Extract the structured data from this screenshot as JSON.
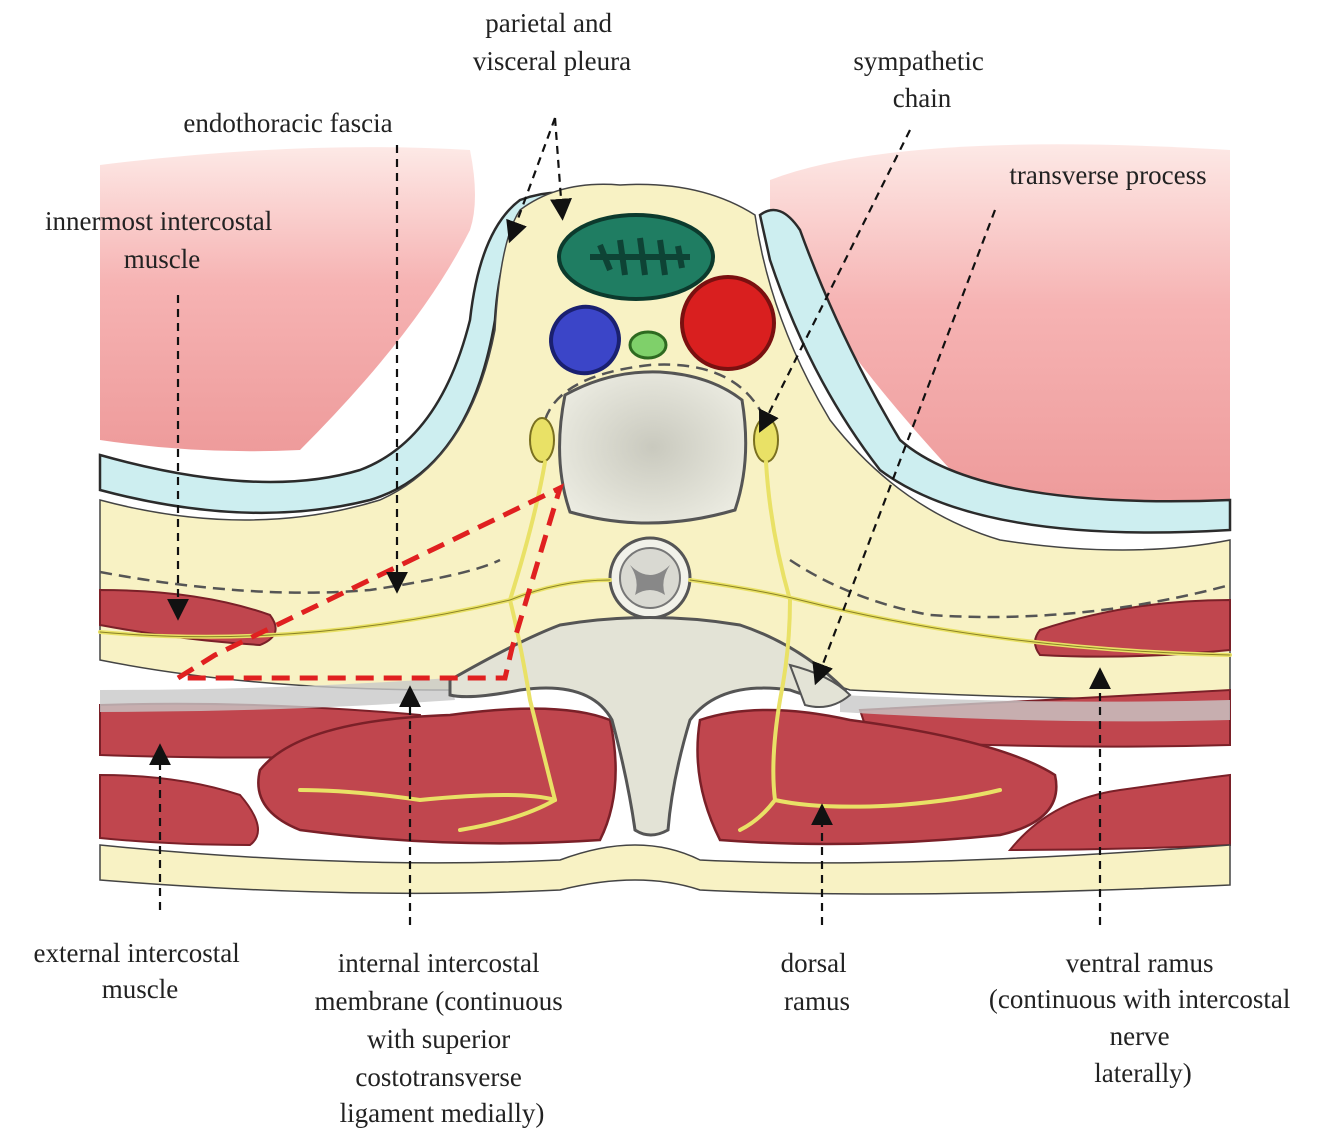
{
  "labels": {
    "pleura": [
      "parietal and",
      "visceral pleura"
    ],
    "endothoracic_fascia": [
      "endothoracic fascia"
    ],
    "sympathetic_chain": [
      "sympathetic",
      "chain"
    ],
    "transverse_process": [
      "transverse process"
    ],
    "innermost_intercostal": [
      "innermost intercostal",
      "muscle"
    ],
    "external_intercostal": [
      "external intercostal",
      "muscle"
    ],
    "internal_intercostal_membrane": [
      "internal intercostal",
      "membrane (continuous",
      "with superior",
      "costotransverse",
      "ligament medially)"
    ],
    "dorsal_ramus": [
      "dorsal",
      "ramus"
    ],
    "ventral_ramus": [
      "ventral ramus",
      "(continuous with intercostal",
      "nerve",
      "laterally)"
    ]
  },
  "colors": {
    "lung": "#f2a8a8",
    "lung_light": "#fbe3e0",
    "muscle": "#c0464e",
    "muscle_dark": "#8e2a33",
    "fat": "#f8f2c4",
    "pleura": "#cdeef0",
    "bone": "#e6e6da",
    "nerve": "#e9e166",
    "aorta": "#d91f1f",
    "esophagus": "#1f7d62",
    "vein": "#3b45c8",
    "duct": "#7fd06a",
    "injection_zone": "#e02020"
  }
}
